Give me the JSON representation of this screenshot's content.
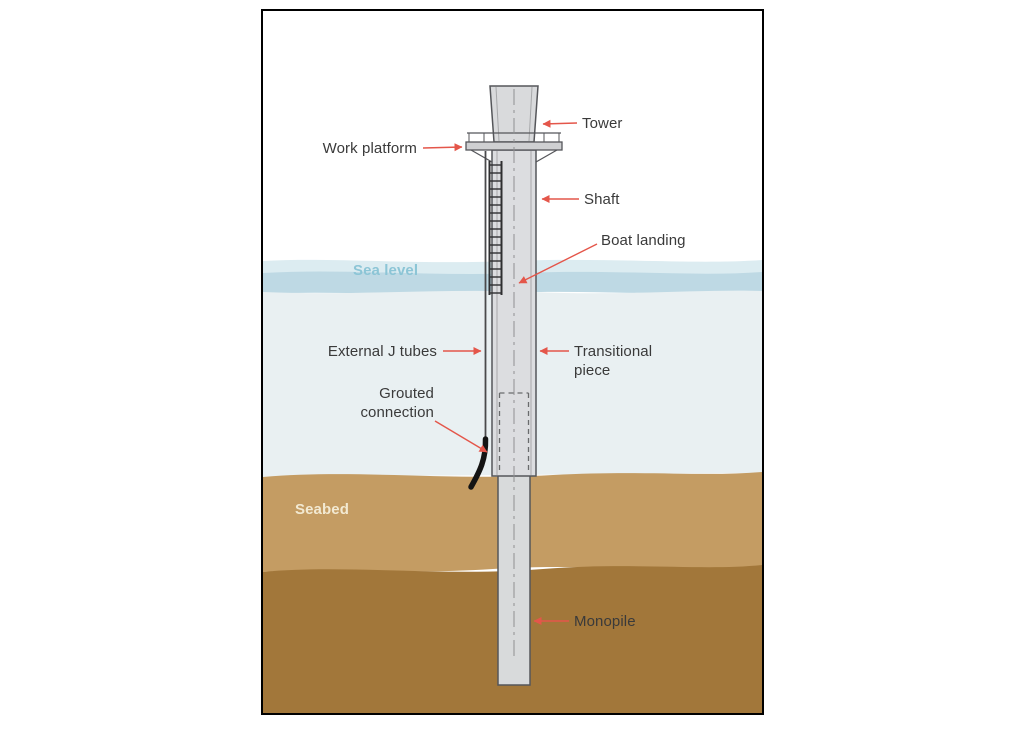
{
  "figure": {
    "labels": {
      "tower": "Tower",
      "work_platform": "Work platform",
      "shaft": "Shaft",
      "boat_landing": "Boat landing",
      "sea_level": "Sea level",
      "external_j_tubes": "External J tubes",
      "transitional_piece": "Transitional piece",
      "grouted_connection": "Grouted connection",
      "seabed": "Seabed",
      "monopile": "Monopile"
    },
    "colors": {
      "leader_line": "#e4564a",
      "label_text": "#3a3a3a",
      "sea_level_text": "#8cc5d6",
      "seabed_text": "#f2e9d2",
      "water": "#e9f0f2",
      "sea_band": "#bed9e4",
      "seabed_upper": "#c49c63",
      "seabed_lower": "#a2773a",
      "structure_fill": "#dcdde0",
      "structure_outline": "#55565a"
    }
  }
}
